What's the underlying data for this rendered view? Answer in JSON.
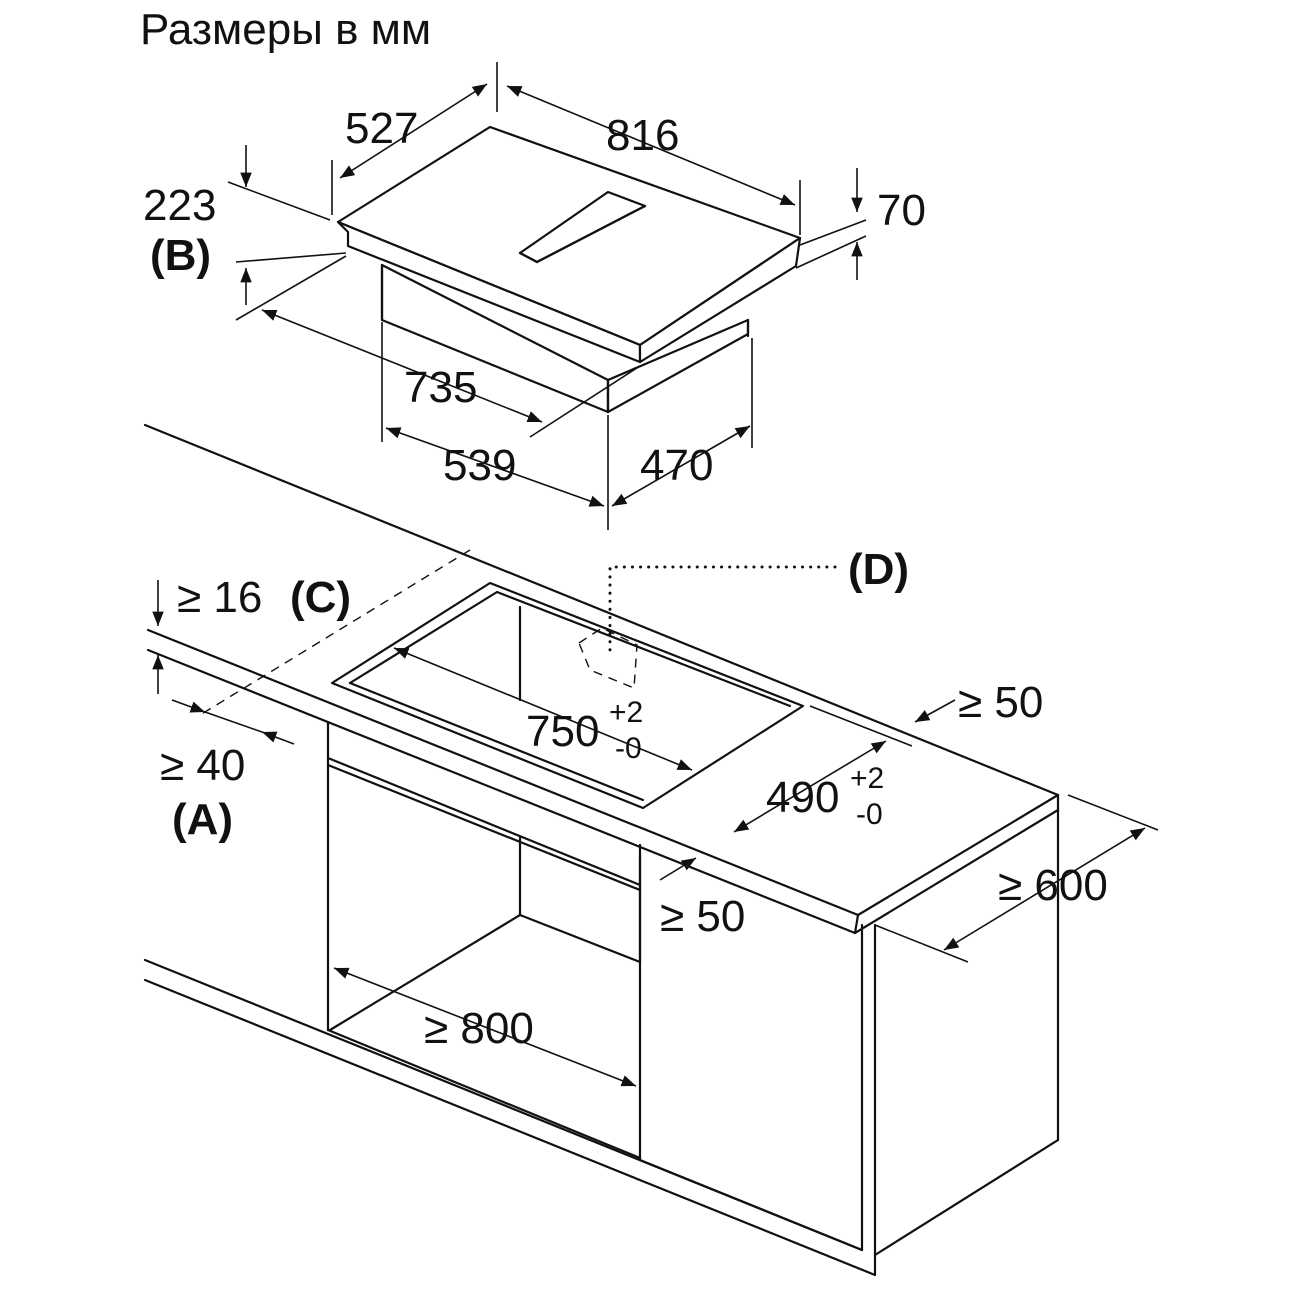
{
  "title": "Размеры в мм",
  "hob_dimensions": {
    "depth": "527",
    "width": "816",
    "height_total": "223",
    "height_label_b": "(B)",
    "glass_thickness": "70",
    "unit_width": "735",
    "unit_bottom_width": "539",
    "unit_depth": "470"
  },
  "cutout": {
    "front_distance": "≥ 16",
    "front_label_c": "(C)",
    "side_gap": "≥ 40",
    "side_label_a": "(A)",
    "marker_d": "(D)",
    "cutout_width": "750",
    "cutout_width_tol_plus": "+2",
    "cutout_width_tol_minus": "-0",
    "cutout_depth": "490",
    "cutout_depth_tol_plus": "+2",
    "cutout_depth_tol_minus": "-0",
    "rear_gap": "≥ 50",
    "side_gap_right": "≥ 50",
    "worktop_depth": "≥ 600",
    "cabinet_width": "≥ 800"
  }
}
